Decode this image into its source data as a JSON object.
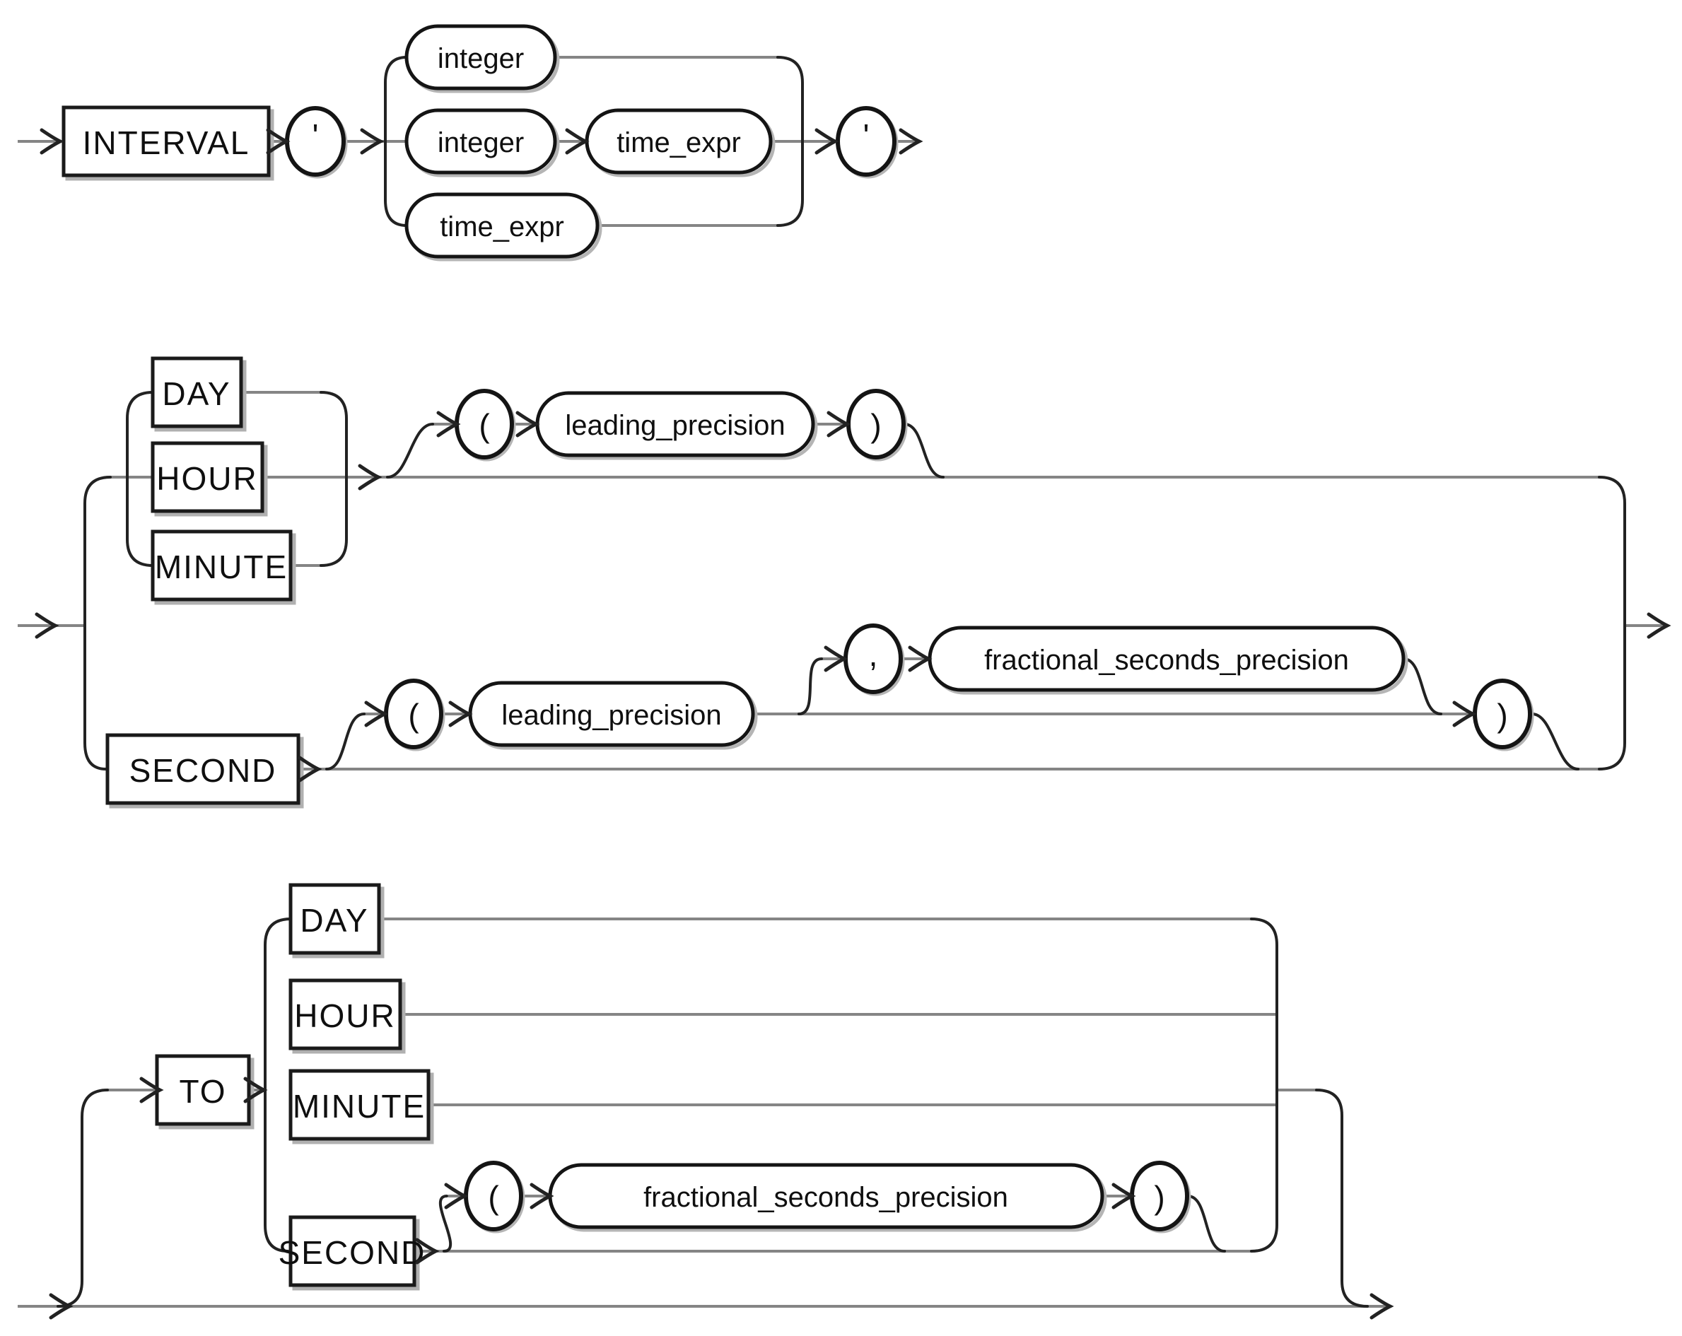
{
  "colors": {
    "background": "#ffffff",
    "line": "#858585",
    "ink": "#1a1a1a",
    "shadow": "#b0b0b0"
  },
  "interval_literal": {
    "interval_keyword": "INTERVAL",
    "opening_quote": "'",
    "integer_alt_top": "integer",
    "integer_alt_mid": "integer",
    "time_expr_alt_mid": "time_expr",
    "time_expr_alt_bottom": "time_expr",
    "closing_quote": "'"
  },
  "unit_clause": {
    "day": "DAY",
    "hour": "HOUR",
    "minute": "MINUTE",
    "open_paren": "(",
    "leading_precision": "leading_precision",
    "close_paren": ")",
    "second": "SECOND",
    "second_open_paren": "(",
    "second_leading_precision": "leading_precision",
    "comma": ",",
    "fractional_seconds_precision": "fractional_seconds_precision",
    "second_close_paren": ")"
  },
  "to_clause": {
    "to_keyword": "TO",
    "day": "DAY",
    "hour": "HOUR",
    "minute": "MINUTE",
    "second": "SECOND",
    "open_paren": "(",
    "fractional_seconds_precision": "fractional_seconds_precision",
    "close_paren": ")"
  }
}
